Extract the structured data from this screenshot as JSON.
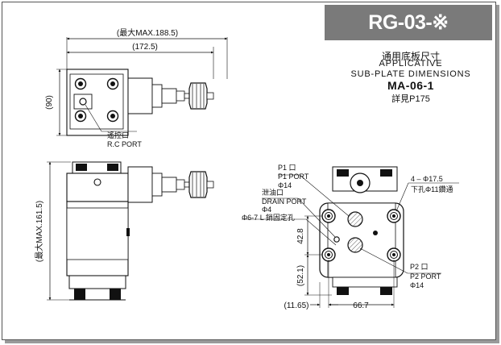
{
  "title": "RG-03-※",
  "subplate": {
    "zh": "通用底板尺寸",
    "en_line1": "APPLICATIVE",
    "en_line2": "SUB-PLATE DIMENSIONS",
    "model": "MA-06-1",
    "ref": "詳見P175"
  },
  "top_view": {
    "dim_max": "(最大MAX.188.5)",
    "dim_width": "(172.5)",
    "dim_height": "(90)",
    "rc_label_zh": "遙控口",
    "rc_label_en": "R.C PORT"
  },
  "side_view": {
    "dim_height": "(最大MAX.161.5)"
  },
  "plate_view": {
    "p1_zh": "P1 口",
    "p1_en": "P1 PORT",
    "p1_size": "Φ14",
    "drain_zh": "泄油口",
    "drain_en": "DRAIN PORT",
    "drain_size": "Φ4",
    "pin_label": "Φ6-7 L 銷固定孔",
    "holes_label": "4 – Φ17.5",
    "holes_label2": "下孔Φ11鑽通",
    "dim_42_8": "42.8",
    "dim_52_1": "(52.1)",
    "p2_zh": "P2 口",
    "p2_en": "P2 PORT",
    "p2_size": "Φ14",
    "dim_11_65": "(11.65)",
    "dim_66_7": "66.7"
  }
}
